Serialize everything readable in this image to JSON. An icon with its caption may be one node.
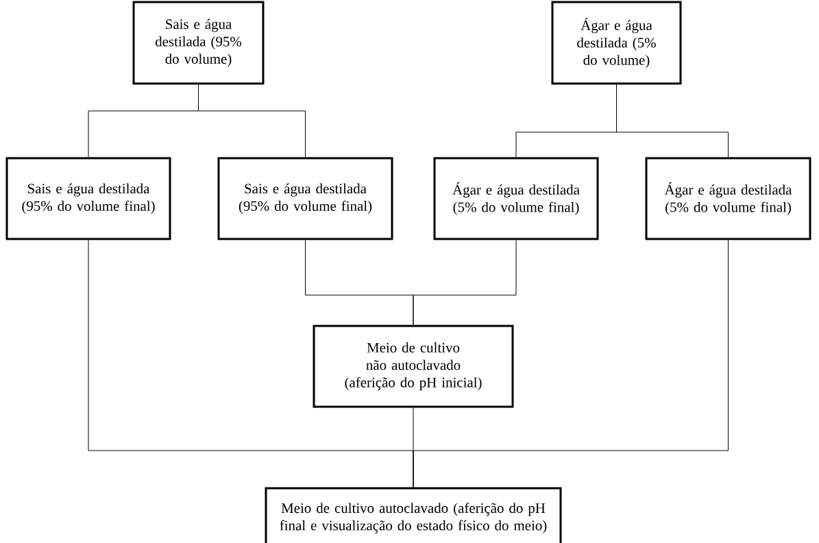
{
  "diagram": {
    "nodes": [
      {
        "text": [
          "Sais e água destilada (95% do volume)"
        ]
      },
      {
        "text": [
          "Ágar e água destilada (5% do volume)"
        ]
      },
      {
        "text": [
          "Sais e água destilada (95% do volume final)"
        ]
      },
      {
        "text": [
          "Sais e água destilada (95% do volume final)"
        ]
      },
      {
        "text": [
          "Ágar e água destilada (5% do volume final)"
        ]
      },
      {
        "text": [
          "Ágar e água destilada (5% do volume final)"
        ]
      },
      {
        "text": [
          "Meio de cultivo não autoclavado (aferição do pH inicial)"
        ]
      },
      {
        "text": [
          "Meio de cultivo autoclavado (aferição do pH final e visualização do estado físico do meio)"
        ]
      }
    ],
    "edges": [
      {
        "from": 0,
        "to": 2,
        "arrow": "none"
      },
      {
        "from": 0,
        "to": 3,
        "arrow": "none"
      },
      {
        "from": 1,
        "to": 4,
        "arrow": "none"
      },
      {
        "from": 1,
        "to": 5,
        "arrow": "none"
      },
      {
        "from": 3,
        "to": 6,
        "arrow": "none"
      },
      {
        "from": 4,
        "to": 6,
        "arrow": "none"
      },
      {
        "from": 2,
        "to": 7,
        "arrow": "none"
      },
      {
        "from": 5,
        "to": 7,
        "arrow": "none"
      },
      {
        "from": 6,
        "to": 7,
        "arrow": "none"
      }
    ]
  }
}
